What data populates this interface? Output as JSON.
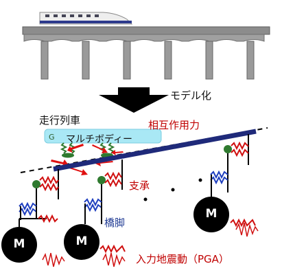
{
  "labels": {
    "model": "モデル化",
    "train": "走行列車",
    "multibody": "マルチボディー",
    "interaction": "相互作用力",
    "bearing": "支承",
    "pier": "橋脚",
    "input": "入力地震動（PGA）"
  },
  "mass_label": "M",
  "colors": {
    "girder": "#1f2a7a",
    "spring_red": "#d01010",
    "spring_blue": "#1f3fbf",
    "bearing_green": "#2f7a2f",
    "train_body": "#a9e8f5",
    "arrow_red": "#e01010"
  }
}
